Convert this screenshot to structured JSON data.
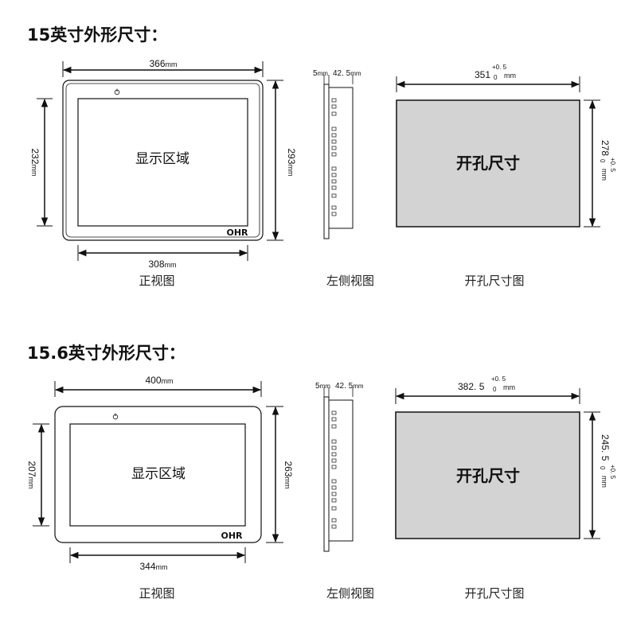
{
  "sections": [
    {
      "title": "15英寸外形尺寸：",
      "front": {
        "width": "366",
        "width_unit": "mm",
        "height": "293",
        "height_unit": "mm",
        "screen_width": "308",
        "screen_width_unit": "mm",
        "screen_height": "232",
        "screen_height_unit": "mm",
        "screen_label": "显示区域",
        "logo": "OHR",
        "caption": "正视图"
      },
      "side": {
        "depth_front": "5",
        "depth_front_unit": "mm",
        "depth_body": "42. 5",
        "depth_body_unit": "mm",
        "caption": "左侧视图"
      },
      "cutout": {
        "width": "351",
        "width_tol_upper": "+0. 5",
        "width_tol_lower": "0",
        "width_unit": "mm",
        "height": "278",
        "height_tol_upper": "+0. 5",
        "height_tol_lower": "0",
        "height_unit": "mm",
        "label": "开孔尺寸",
        "caption": "开孔尺寸图"
      }
    },
    {
      "title": "15.6英寸外形尺寸：",
      "front": {
        "width": "400",
        "width_unit": "mm",
        "height": "263",
        "height_unit": "mm",
        "screen_width": "344",
        "screen_width_unit": "mm",
        "screen_height": "207",
        "screen_height_unit": "mm",
        "screen_label": "显示区域",
        "logo": "OHR",
        "caption": "正视图"
      },
      "side": {
        "depth_front": "5",
        "depth_front_unit": "mm",
        "depth_body": "42. 5",
        "depth_body_unit": "mm",
        "caption": "左侧视图"
      },
      "cutout": {
        "width": "382. 5",
        "width_tol_upper": "+0. 5",
        "width_tol_lower": "0",
        "width_unit": "mm",
        "height": "245. 5",
        "height_tol_upper": "+0. 5",
        "height_tol_lower": "0",
        "height_unit": "mm",
        "label": "开孔尺寸",
        "caption": "开孔尺寸图"
      }
    }
  ],
  "colors": {
    "cutout_fill": "#d3d3d3",
    "line": "#111111",
    "background": "#ffffff"
  },
  "icons": {
    "power": "power-icon"
  }
}
